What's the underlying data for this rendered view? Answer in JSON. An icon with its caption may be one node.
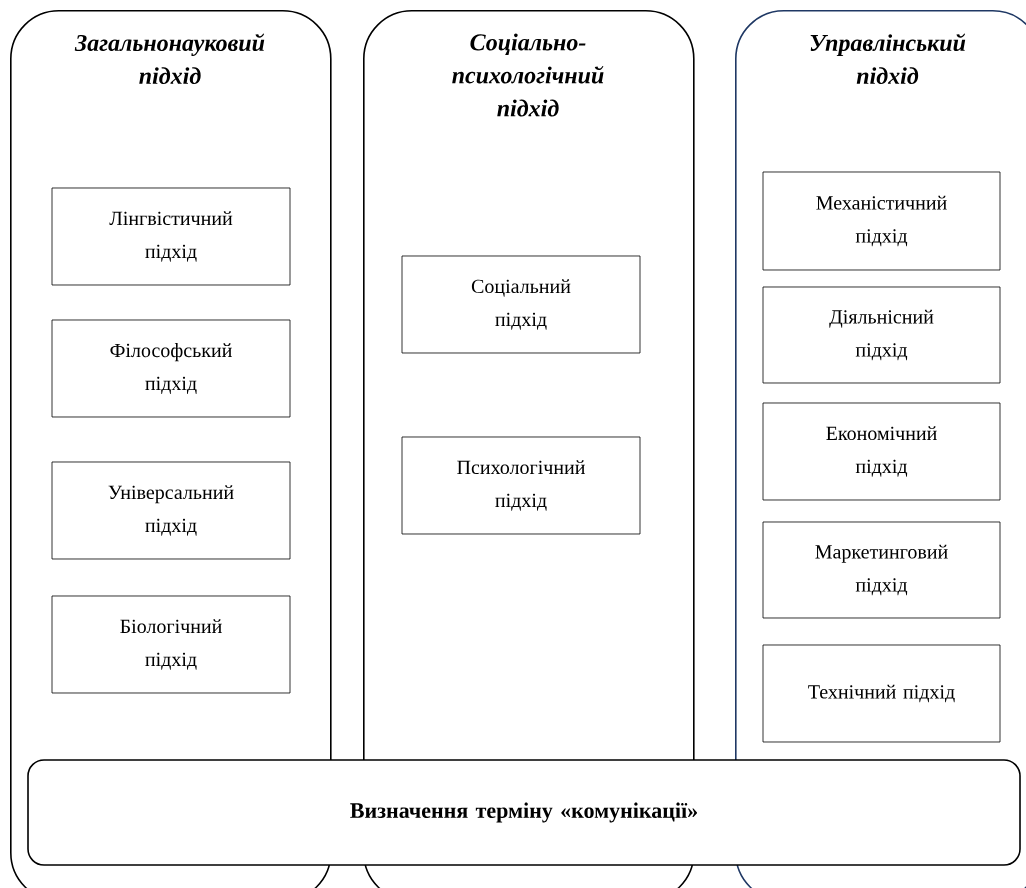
{
  "diagram": {
    "nodes": [
      {
        "text": [
          "Загальнонауковий підхід"
        ]
      },
      {
        "text": [
          "Лінгвістичний підхід"
        ],
        "in": 0
      },
      {
        "text": [
          "Філософський підхід"
        ],
        "in": 0
      },
      {
        "text": [
          "Універсальний підхід"
        ],
        "in": 0
      },
      {
        "text": [
          "Біологічний підхід"
        ],
        "in": 0
      },
      {
        "text": [
          "Соціально-психологічний підхід"
        ]
      },
      {
        "text": [
          "Соціальний підхід"
        ],
        "in": 5
      },
      {
        "text": [
          "Психологічний підхід"
        ],
        "in": 5
      },
      {
        "text": [
          "Управлінський підхід"
        ]
      },
      {
        "text": [
          "Механістичний підхід"
        ],
        "in": 8
      },
      {
        "text": [
          "Діяльнісний підхід"
        ],
        "in": 8
      },
      {
        "text": [
          "Економічний підхід"
        ],
        "in": 8
      },
      {
        "text": [
          "Маркетинговий підхід"
        ],
        "in": 8
      },
      {
        "text": [
          "Технічний підхід"
        ],
        "in": 8
      },
      {
        "text": [
          "Визначення терміну «комунікації»"
        ]
      }
    ]
  }
}
